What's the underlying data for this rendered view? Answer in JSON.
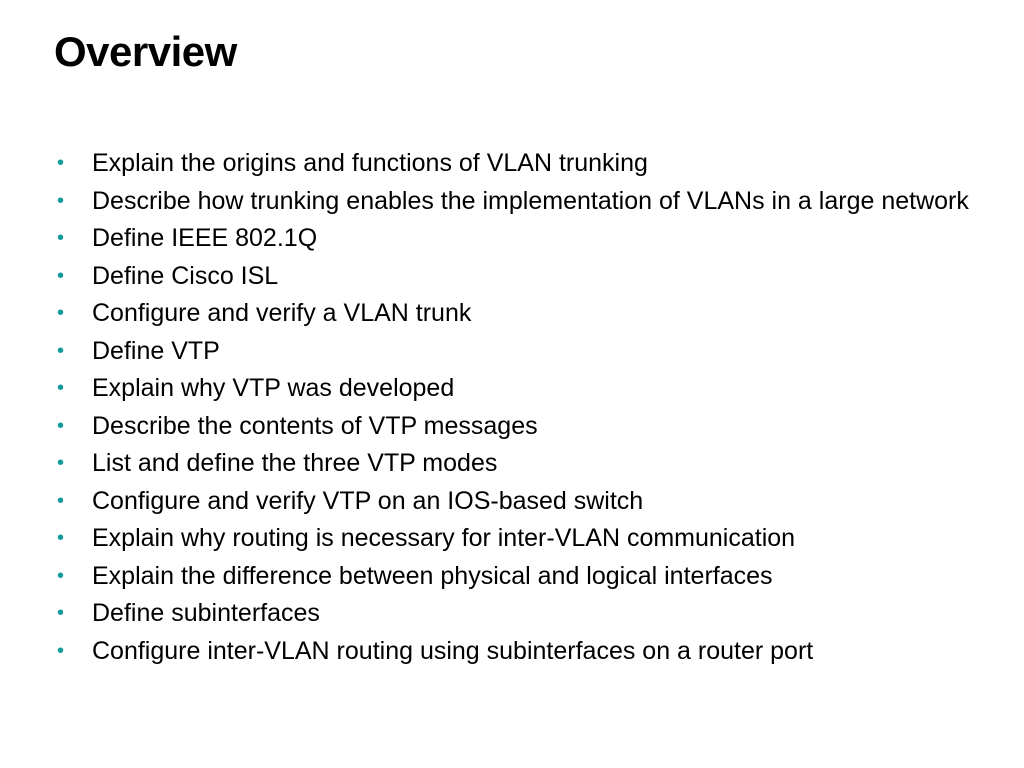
{
  "slide": {
    "title": "Overview",
    "bullet_color": "#0f9a9b",
    "bullet_glyph": "•",
    "items": [
      "Explain the origins and functions of VLAN trunking",
      "Describe how trunking enables the implementation of VLANs in a large network",
      "Define IEEE 802.1Q",
      "Define Cisco ISL",
      "Configure and verify a VLAN trunk",
      "Define VTP",
      "Explain why VTP was developed",
      "Describe the contents of VTP messages",
      "List and define the three VTP modes",
      "Configure and verify VTP on an IOS-based switch",
      "Explain why routing is necessary for inter-VLAN communication",
      "Explain the difference between physical and logical interfaces",
      "Define subinterfaces",
      "Configure inter-VLAN routing using subinterfaces on a router port"
    ]
  }
}
